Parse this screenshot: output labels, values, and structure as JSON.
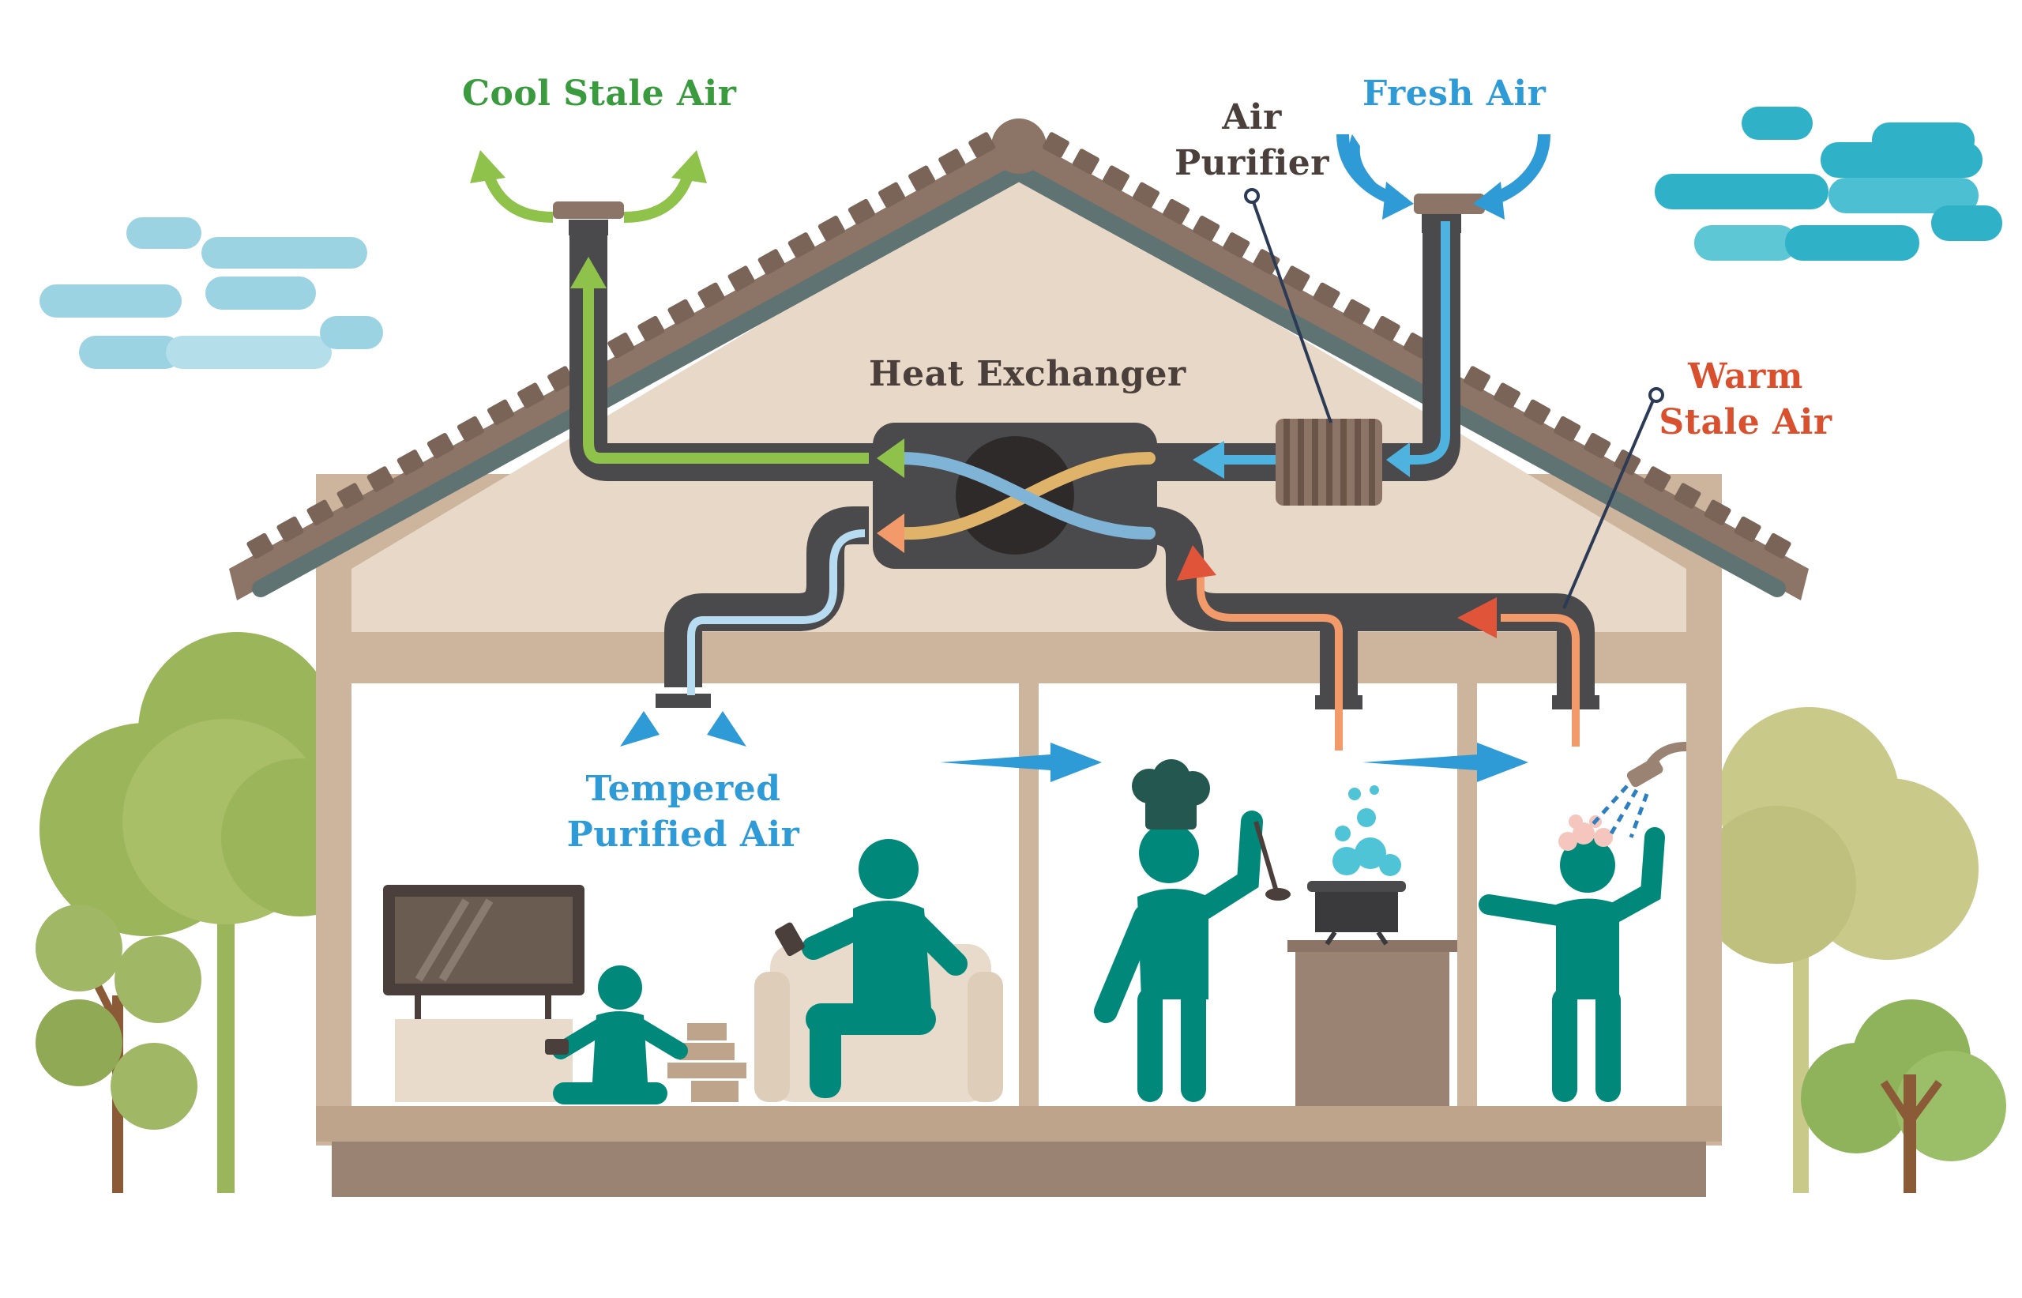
{
  "labels": {
    "cool_stale_air": "Cool Stale Air",
    "fresh_air": "Fresh Air",
    "air_purifier_line1": "Air",
    "air_purifier_line2": "Purifier",
    "heat_exchanger": "Heat Exchanger",
    "warm_stale_air_line1": "Warm",
    "warm_stale_air_line2": "Stale Air",
    "tempered_purified_air_line1": "Tempered",
    "tempered_purified_air_line2": "Purified Air"
  },
  "colors": {
    "cool_stale_air": "#3a9a3e",
    "fresh_air": "#2e9bd6",
    "air_purifier": "#4a3f3a",
    "heat_exchanger": "#4a3f3a",
    "warm_stale_air": "#d9502e",
    "tempered_purified_air": "#2e9bd6",
    "duct": "#4a4a4c",
    "roof_tile": "#8c7466",
    "wall": "#cdb49d",
    "attic": "#e8d8c8",
    "people": "#00897b",
    "tree_dark": "#9bb55b",
    "tree_light": "#c9c98a",
    "cloud": "#7fcbe0"
  }
}
